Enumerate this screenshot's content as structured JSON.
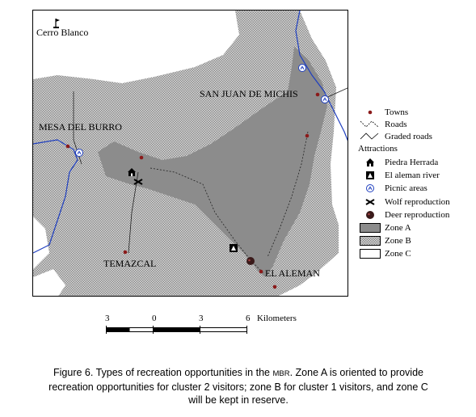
{
  "places": {
    "cerro_blanco": "Cerro Blanco",
    "san_juan": "SAN JUAN DE MICHIS",
    "mesa_del_burro": "MESA DEL BURRO",
    "temazcal": "TEMAZCAL",
    "el_aleman": "EL ALEMAN"
  },
  "legend": {
    "towns": "Towns",
    "roads": "Roads",
    "graded_roads": "Graded roads",
    "attractions": "Attractions",
    "piedra_herrada": "Piedra Herrada",
    "el_aleman_river": "El aleman river",
    "picnic_areas": "Picnic areas",
    "wolf_reproduction": "Wolf reproduction",
    "deer_reproduction": "Deer reproduction",
    "zone_a": "Zone A",
    "zone_b": "Zone B",
    "zone_c": "Zone C"
  },
  "scale": {
    "ticks": [
      "3",
      "0",
      "3",
      "6"
    ],
    "unit": "Kilometers"
  },
  "caption": {
    "line1_prefix": "Figure 6. Types of recreation opportunities in the ",
    "line1_abbr": "MBR",
    "line1_suffix": ". Zone A is oriented to provide",
    "line2": "recreation opportunities for cluster 2 visitors; zone B for cluster 1 visitors, and zone C",
    "line3": "will be kept in reserve."
  },
  "colors": {
    "zone_a": "#8c8c8c",
    "zone_b_pattern": "#b8b8b8",
    "zone_c": "#ffffff",
    "town": "#8b1a1a",
    "river": "#1f3fbf"
  },
  "icons": {
    "town": "town-dot-icon",
    "piedra_herrada": "house-icon",
    "el_aleman_river": "tent-icon",
    "picnic": "picnic-icon",
    "wolf": "wolf-icon",
    "deer": "deer-icon",
    "peak": "flag-icon"
  }
}
